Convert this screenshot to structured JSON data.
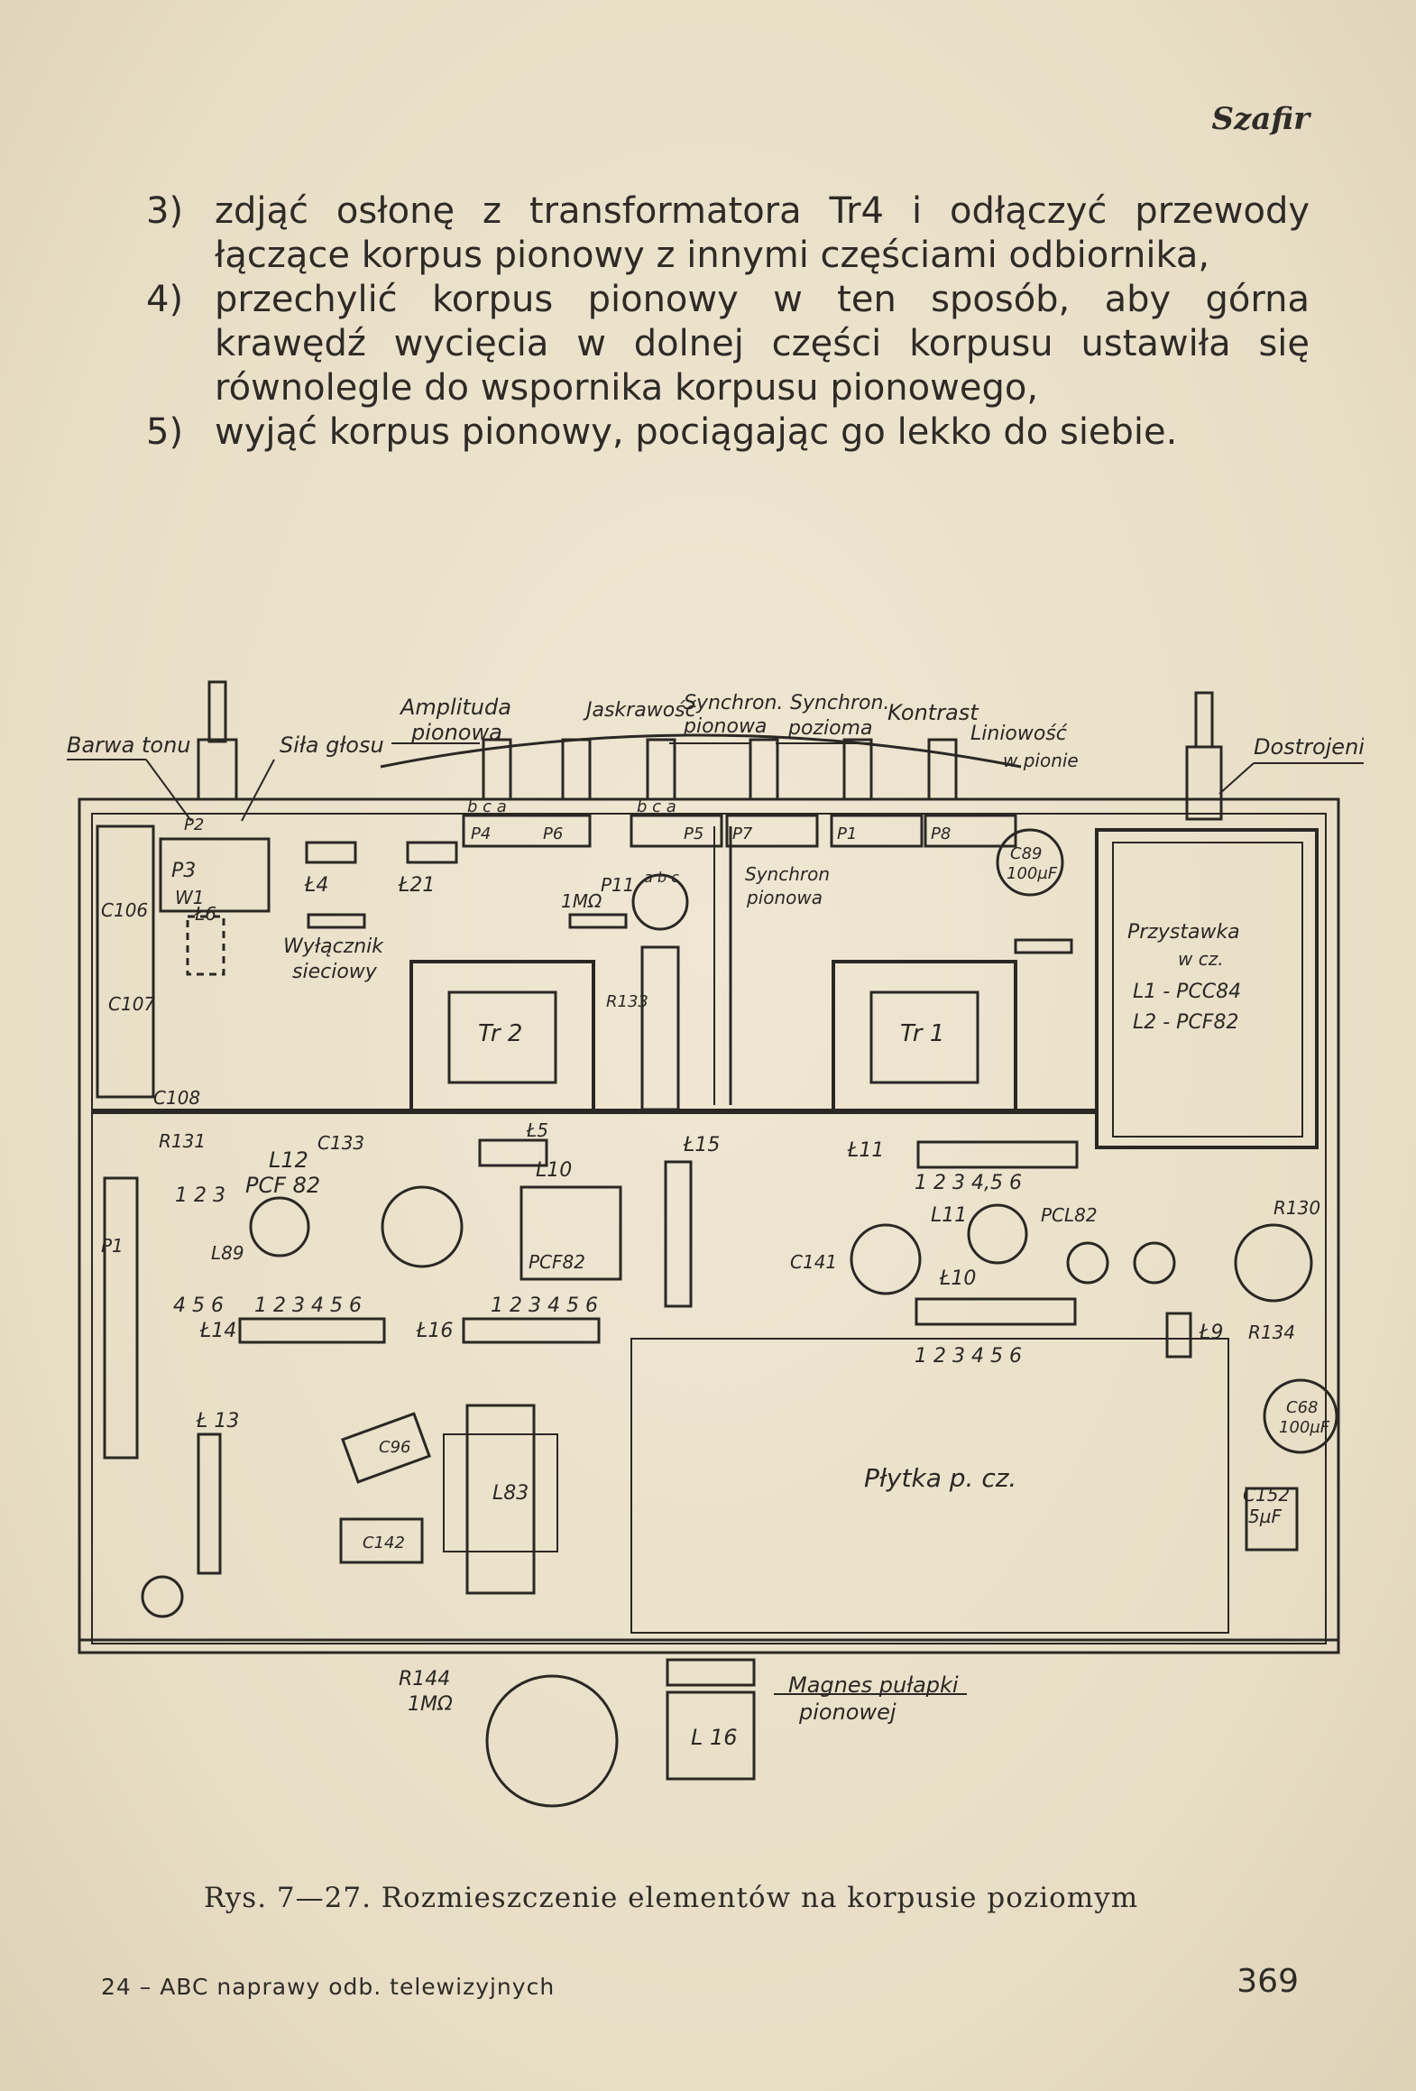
{
  "header": {
    "running_title": "Szafir"
  },
  "steps": [
    {
      "number": "3)",
      "text": "zdjąć osłonę z transformatora Tr4 i odłączyć przewody łączące korpus pionowy z innymi częściami odbiornika,"
    },
    {
      "number": "4)",
      "text": "przechylić korpus pionowy w ten sposób, aby górna krawędź wycięcia w dolnej części korpusu ustawiła się równolegle do wspornika korpusu pionowego,"
    },
    {
      "number": "5)",
      "text": "wyjąć korpus pionowy, pociągając go lekko do siebie."
    }
  ],
  "figure": {
    "labels": {
      "barwa_tonu": "Barwa tonu",
      "sila_glosu": "Siła głosu",
      "amplituda": "Amplituda",
      "pionowa": "pionowa",
      "jaskrawosc": "Jaskrawość",
      "synchron_1": "Synchron.",
      "pionowa_2": "pionowa",
      "synchron_2": "Synchron.",
      "pozioma": "pozioma",
      "kontrast": "Kontrast",
      "liniowosc": "Liniowość",
      "w_pionie": "w pionie",
      "dostrojenie": "Dostrojenie",
      "p2": "P2",
      "p3": "P3",
      "w1": "W1",
      "c106": "C106",
      "c107": "C107",
      "c108": "C108",
      "l6": "Ł6",
      "l4": "Ł4",
      "l21": "Ł21",
      "p4": "P4",
      "p6": "P6",
      "p5": "P5",
      "p7": "P7",
      "p1_top": "P1",
      "p8": "P8",
      "bca_1": "b c a",
      "bca_2": "b c a",
      "c89": "C89",
      "c89_value": "100µF",
      "r_1mohm": "1MΩ",
      "p11": "P11",
      "abc": "a b c",
      "synchron_3": "Synchron",
      "pionowa_3": "pionowa",
      "wylacznik": "Wyłącznik",
      "sieciowy": "sieciowy",
      "tr2": "Tr 2",
      "tr1": "Tr 1",
      "r133": "R133",
      "przystawka": "Przystawka",
      "w_cz": "w cz.",
      "l1_tube": "L1 - PCC84",
      "l2_tube": "L2 - PCF82",
      "r131": "R131",
      "l12": "L12",
      "pcf82_1": "PCF 82",
      "c133": "C133",
      "l5": "Ł5",
      "l10_a": "L10",
      "pcf82_2": "PCF82",
      "l15": "Ł15",
      "l11_a": "Ł11",
      "l11_b": "L11",
      "pcl82": "PCL82",
      "r130": "R130",
      "pins_123": "1 2 3",
      "l89": "L89",
      "pins_456": "4 5 6",
      "pins_123456_a": "1 2 3 4 5 6",
      "pins_123456_b": "1 2 3 4 5 6",
      "pins_1234_5_6": "1 2 3 4,5 6",
      "pins_123456_c": "1 2 3 4 5 6",
      "l14": "Ł14",
      "l16": "Ł16",
      "c141": "C141",
      "l10_b": "Ł10",
      "l9": "Ł9",
      "r134": "R134",
      "p1_side": "P1",
      "l13": "Ł 13",
      "c96": "C96",
      "l83": "L83",
      "c142": "C142",
      "plytka": "Płytka p. cz.",
      "c68": "C68",
      "c68_value": "100µF",
      "c152": "C152",
      "c152_value": "5µF",
      "r144": "R144",
      "r144_value": "1MΩ",
      "l16_tube": "L 16",
      "magnes": "Magnes pułapki",
      "pionowej": "pionowej"
    }
  },
  "caption": "Rys. 7—27. Rozmieszczenie elementów na korpusie poziomym",
  "footer": {
    "note": "24 – ABC naprawy odb. telewizyjnych",
    "page_number": "369"
  }
}
